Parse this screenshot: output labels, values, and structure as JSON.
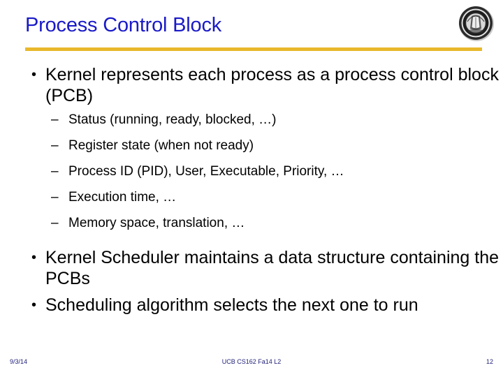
{
  "slide": {
    "title": "Process Control Block",
    "accent_rule_color": "#e9b92c",
    "title_color": "#1a1ac8",
    "footer_color": "#20207a"
  },
  "logo": {
    "name": "uc-berkeley-seal",
    "alt": "UC Berkeley seal"
  },
  "body": {
    "bullets": [
      {
        "text": "Kernel represents each process as a process control block (PCB)",
        "sub_bullets": [
          "Status (running, ready, blocked, …)",
          "Register state (when not ready)",
          "Process ID (PID), User, Executable, Priority, …",
          "Execution time, …",
          "Memory space, translation, …"
        ]
      },
      {
        "text": "Kernel Scheduler maintains a data structure containing the PCBs",
        "sub_bullets": []
      },
      {
        "text": "Scheduling algorithm selects the next one to run",
        "sub_bullets": []
      }
    ]
  },
  "footer": {
    "date": "9/3/14",
    "center": "UCB CS162 Fa14 L2",
    "page_number": "12"
  }
}
